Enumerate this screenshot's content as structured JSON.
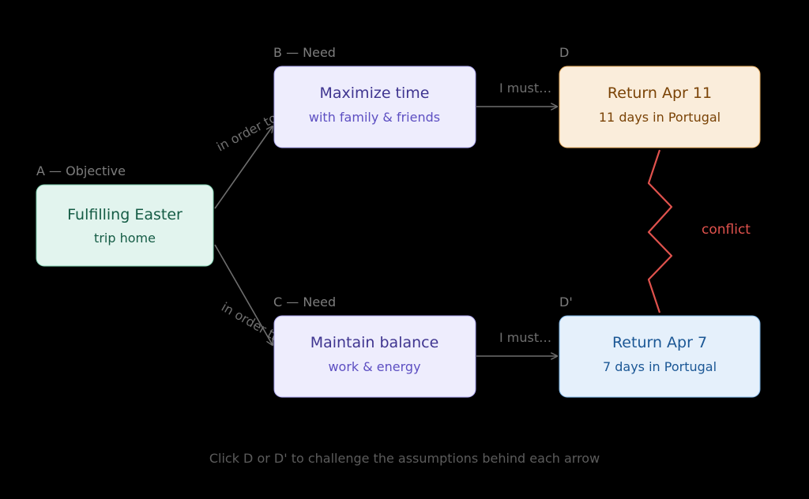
{
  "labels": {
    "a_group": "A — Objective",
    "b_group": "B — Need",
    "c_group": "C — Need",
    "d_group": "D",
    "dprime_group": "D'"
  },
  "nodes": {
    "a": {
      "title": "Fulfilling Easter",
      "subtitle": "trip home"
    },
    "b": {
      "title": "Maximize time",
      "subtitle": "with family & friends"
    },
    "c": {
      "title": "Maintain balance",
      "subtitle": "work & energy"
    },
    "d": {
      "title": "Return Apr 11",
      "subtitle": "11 days in Portugal"
    },
    "dprime": {
      "title": "Return Apr 7",
      "subtitle": "7 days in Portugal"
    }
  },
  "arrows": {
    "a_to_b": "in order to…",
    "a_to_c": "in order to…",
    "b_to_d": "I must…",
    "c_to_dprime": "I must…"
  },
  "conflict": {
    "label": "conflict"
  },
  "footer": {
    "hint": "Click D or D' to challenge the assumptions behind each arrow"
  },
  "colors": {
    "background": "#000000",
    "objective_fill": "#e2f4ee",
    "objective_stroke": "#7ecfae",
    "objective_text": "#155c45",
    "need_fill": "#eeedfd",
    "need_stroke": "#a9a3ee",
    "need_title": "#3f3590",
    "need_sub": "#5d4fc2",
    "d_fill": "#faeddb",
    "d_stroke": "#e6ab5e",
    "d_text": "#7a4306",
    "dprime_fill": "#e5f0fb",
    "dprime_stroke": "#7cb3e4",
    "dprime_text": "#1b5795",
    "arrow": "#6e6e6e",
    "conflict": "#e0524d"
  }
}
